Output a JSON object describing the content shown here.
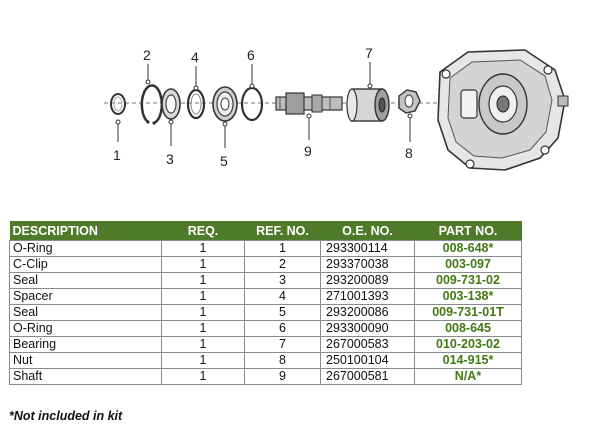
{
  "diagram": {
    "callouts": [
      "1",
      "2",
      "3",
      "4",
      "5",
      "6",
      "7",
      "8",
      "9"
    ]
  },
  "table": {
    "headers": {
      "description": "DESCRIPTION",
      "req": "REQ.",
      "ref_no": "REF. NO.",
      "oe_no": "O.E. NO.",
      "part_no": "PART NO."
    },
    "rows": [
      {
        "description": "O-Ring",
        "req": "1",
        "ref_no": "1",
        "oe_no": "293300114",
        "part_no": "008-648*"
      },
      {
        "description": "C-Clip",
        "req": "1",
        "ref_no": "2",
        "oe_no": "293370038",
        "part_no": "003-097"
      },
      {
        "description": "Seal",
        "req": "1",
        "ref_no": "3",
        "oe_no": "293200089",
        "part_no": "009-731-02"
      },
      {
        "description": "Spacer",
        "req": "1",
        "ref_no": "4",
        "oe_no": "271001393",
        "part_no": "003-138*"
      },
      {
        "description": "Seal",
        "req": "1",
        "ref_no": "5",
        "oe_no": "293200086",
        "part_no": "009-731-01T"
      },
      {
        "description": "O-Ring",
        "req": "1",
        "ref_no": "6",
        "oe_no": "293300090",
        "part_no": "008-645"
      },
      {
        "description": "Bearing",
        "req": "1",
        "ref_no": "7",
        "oe_no": "267000583",
        "part_no": "010-203-02"
      },
      {
        "description": "Nut",
        "req": "1",
        "ref_no": "8",
        "oe_no": "250100104",
        "part_no": "014-915*"
      },
      {
        "description": "Shaft",
        "req": "1",
        "ref_no": "9",
        "oe_no": "267000581",
        "part_no": "N/A*"
      }
    ]
  },
  "footnote": "*Not included in kit"
}
